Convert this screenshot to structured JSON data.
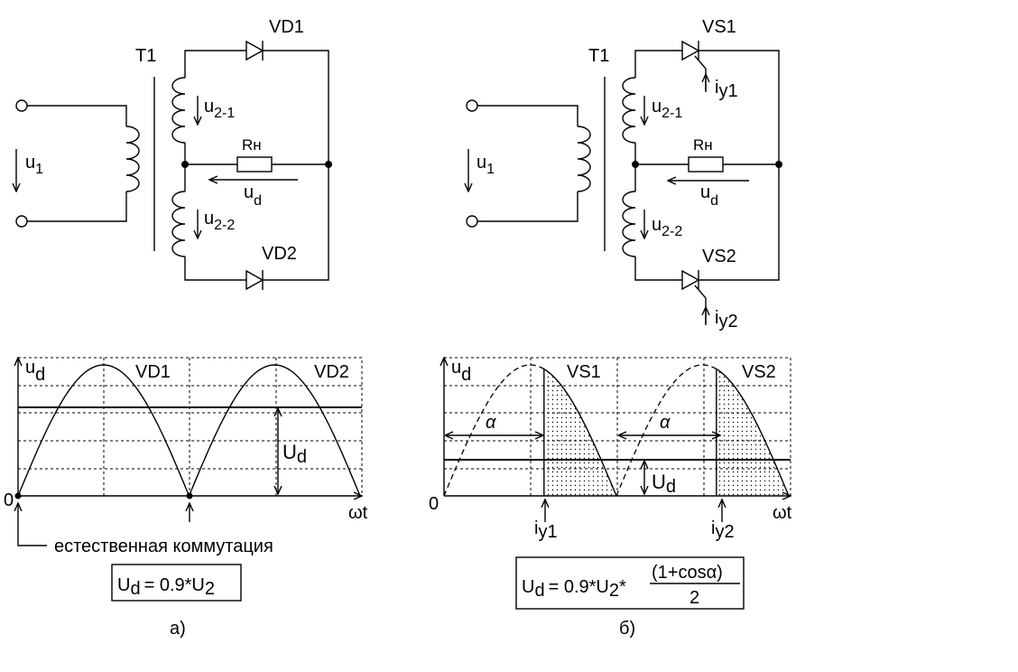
{
  "left_circuit": {
    "transformer": "T1",
    "primary_voltage": "u",
    "primary_voltage_sub": "1",
    "secondary_top": "u",
    "secondary_top_sub": "2-1",
    "secondary_bottom": "u",
    "secondary_bottom_sub": "2-2",
    "diode_top": "VD1",
    "diode_bottom": "VD2",
    "load": "Rн",
    "load_voltage": "u",
    "load_voltage_sub": "d"
  },
  "right_circuit": {
    "transformer": "T1",
    "primary_voltage": "u",
    "primary_voltage_sub": "1",
    "secondary_top": "u",
    "secondary_top_sub": "2-1",
    "secondary_bottom": "u",
    "secondary_bottom_sub": "2-2",
    "thyristor_top": "VS1",
    "thyristor_bottom": "VS2",
    "gate_top": "i",
    "gate_top_sub": "y1",
    "gate_bottom": "i",
    "gate_bottom_sub": "y2",
    "load": "Rн",
    "load_voltage": "u",
    "load_voltage_sub": "d"
  },
  "left_graph": {
    "y_label": "u",
    "y_label_sub": "d",
    "x_label": "ωt",
    "origin": "0",
    "hump1": "VD1",
    "hump2": "VD2",
    "avg_label": "U",
    "avg_label_sub": "d",
    "note": "естественная коммутация",
    "formula_lhs": "U",
    "formula_lhs_sub": "d",
    "formula_rhs": "= 0.9*U",
    "formula_rhs_sub": "2",
    "caption": "а)"
  },
  "right_graph": {
    "y_label": "u",
    "y_label_sub": "d",
    "x_label": "ωt",
    "origin": "0",
    "hump1": "VS1",
    "hump2": "VS2",
    "alpha": "α",
    "avg_label": "U",
    "avg_label_sub": "d",
    "pulse1": "i",
    "pulse1_sub": "y1",
    "pulse2": "i",
    "pulse2_sub": "y2",
    "formula_lhs": "U",
    "formula_lhs_sub": "d",
    "formula_mid": "= 0.9*U",
    "formula_mid_sub": "2",
    "formula_star": "*",
    "formula_num": "(1+cosα)",
    "formula_den": "2",
    "caption": "б)"
  },
  "chart_data": [
    {
      "type": "line",
      "series": [
        {
          "x": [
            0,
            0.25,
            0.5,
            0.75,
            1.0,
            1.25,
            1.5,
            1.75,
            2.0
          ],
          "values": [
            0,
            0.71,
            1.0,
            0.71,
            0,
            0.71,
            1.0,
            0.71,
            0
          ]
        }
      ],
      "average": 0.64,
      "xlabel": "ωt",
      "ylabel": "u_d"
    },
    {
      "type": "line",
      "series": [
        {
          "x": [
            0,
            0.25,
            0.5,
            0.58,
            0.75,
            1.0,
            1.25,
            1.5,
            1.58,
            1.75,
            2.0
          ],
          "values": [
            0,
            0.71,
            1.0,
            0.97,
            0.71,
            0,
            0.71,
            1.0,
            0.97,
            0.71,
            0
          ]
        }
      ],
      "average": 0.27,
      "alpha_fraction": 0.58,
      "xlabel": "ωt",
      "ylabel": "u_d"
    }
  ]
}
